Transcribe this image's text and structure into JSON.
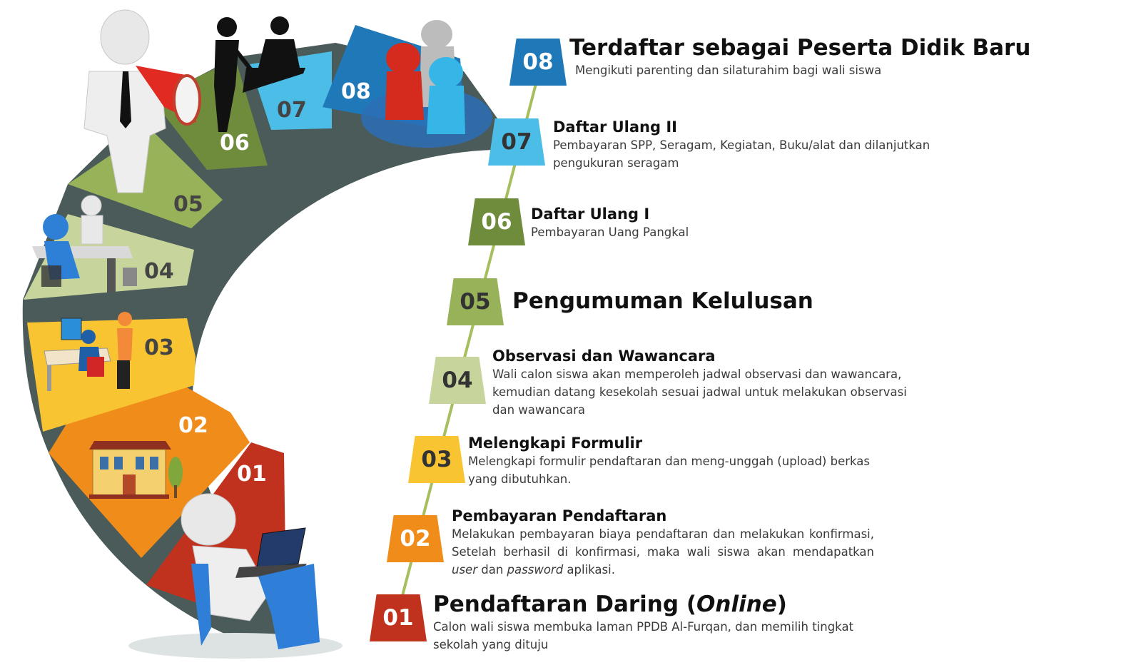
{
  "stair_labels": [
    "01",
    "02",
    "03",
    "04",
    "05",
    "06",
    "07",
    "08"
  ],
  "colors": {
    "step01": "#c0321d",
    "step02": "#f08c1a",
    "step03": "#f9c431",
    "step04": "#c7d59d",
    "step05": "#98b25a",
    "step06": "#6f8c3c",
    "step07": "#4bbde7",
    "step08": "#1f78b8",
    "wall": "#4a5b59",
    "timeline": "#a5bf5e"
  },
  "steps": [
    {
      "num": "01",
      "title": "Pendaftaran Daring (",
      "title_em": "Online",
      "title_end": ")",
      "desc": "Calon wali siswa membuka laman PPDB Al-Furqan, dan memilih tingkat sekolah yang dituju"
    },
    {
      "num": "02",
      "title": "Pembayaran Pendaftaran",
      "desc_a": "Melakukan pembayaran biaya pendaftaran dan melakukan konfirmasi, Setelah berhasil di konfirmasi, maka wali siswa akan mendapatkan ",
      "desc_em1": "user",
      "desc_b": " dan ",
      "desc_em2": "password",
      "desc_c": " aplikasi."
    },
    {
      "num": "03",
      "title": "Melengkapi Formulir",
      "desc": "Melengkapi formulir pendaftaran dan meng-unggah (upload) berkas yang dibutuhkan."
    },
    {
      "num": "04",
      "title": "Observasi dan Wawancara",
      "desc": "Wali calon siswa akan memperoleh jadwal observasi dan wawancara, kemudian datang kesekolah sesuai jadwal untuk melakukan observasi dan wawancara"
    },
    {
      "num": "05",
      "title": "Pengumuman Kelulusan"
    },
    {
      "num": "06",
      "title": "Daftar Ulang I",
      "desc": "Pembayaran Uang Pangkal"
    },
    {
      "num": "07",
      "title": "Daftar Ulang II",
      "desc": "Pembayaran SPP, Seragam, Kegiatan, Buku/alat dan dilanjutkan pengukuran seragam"
    },
    {
      "num": "08",
      "title": "Terdaftar sebagai Peserta Didik Baru",
      "desc": "Mengikuti parenting dan silaturahim bagi wali siswa"
    }
  ]
}
